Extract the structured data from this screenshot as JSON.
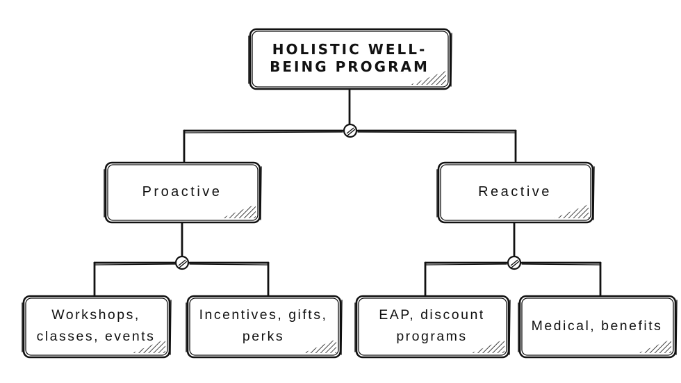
{
  "root": {
    "label": "HOLISTIC WELL-BEING PROGRAM"
  },
  "branches": [
    {
      "label": "Proactive",
      "children": [
        {
          "label": "Workshops, classes, events"
        },
        {
          "label": "Incentives, gifts, perks"
        }
      ]
    },
    {
      "label": "Reactive",
      "children": [
        {
          "label": "EAP, discount programs"
        },
        {
          "label": "Medical, benefits"
        }
      ]
    }
  ],
  "colors": {
    "ink": "#111111",
    "background": "#ffffff"
  }
}
